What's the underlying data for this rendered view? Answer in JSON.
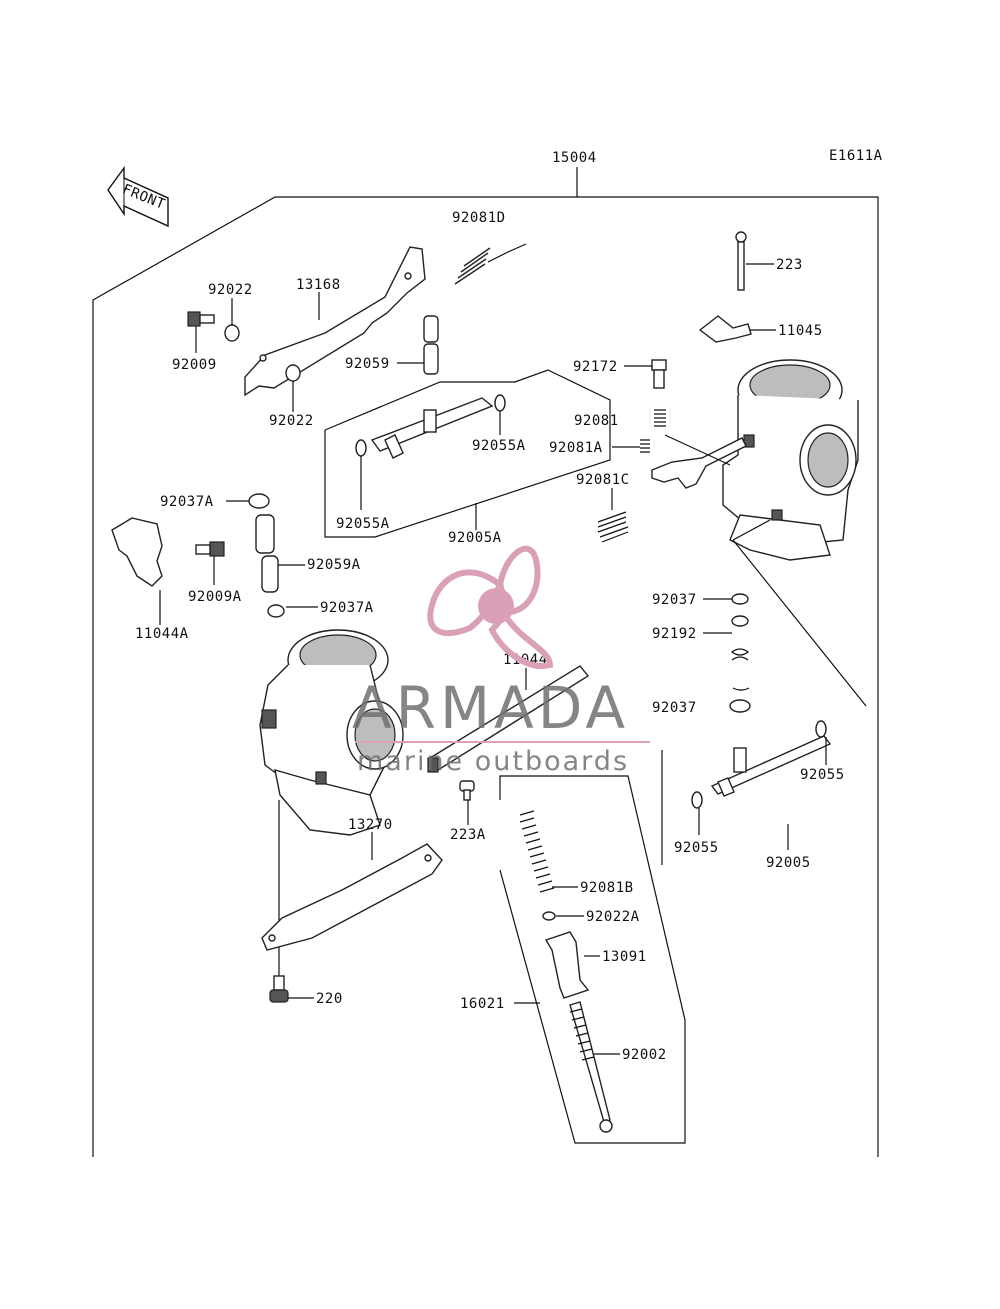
{
  "diagram_code": "E1611A",
  "front_label": "FRONT",
  "labels": {
    "l15004": "15004",
    "l92081D": "92081D",
    "l92022_top": "92022",
    "l13168": "13168",
    "l92009": "92009",
    "l92022_mid": "92022",
    "l92059": "92059",
    "l92055A_r": "92055A",
    "l92055A_l": "92055A",
    "l92005A": "92005A",
    "l92172": "92172",
    "l92081": "92081",
    "l92081A": "92081A",
    "l92081C": "92081C",
    "l223": "223",
    "l11045": "11045",
    "l92037A_top": "92037A",
    "l92059A": "92059A",
    "l92009A": "92009A",
    "l11044A": "11044A",
    "l92037A_mid": "92037A",
    "l11044": "11044",
    "l92037_a": "92037",
    "l92192": "92192",
    "l92037_b": "92037",
    "l92055_r": "92055",
    "l92055_l": "92055",
    "l92005": "92005",
    "l223A": "223A",
    "l13270": "13270",
    "l92081B": "92081B",
    "l92022A": "92022A",
    "l13091": "13091",
    "l16021": "16021",
    "l92002": "92002",
    "l220": "220"
  },
  "watermark": {
    "brand": "ARMADA",
    "tagline": "marine outboards",
    "logo_color": "#d9a0b8",
    "text_color": "#707070"
  }
}
